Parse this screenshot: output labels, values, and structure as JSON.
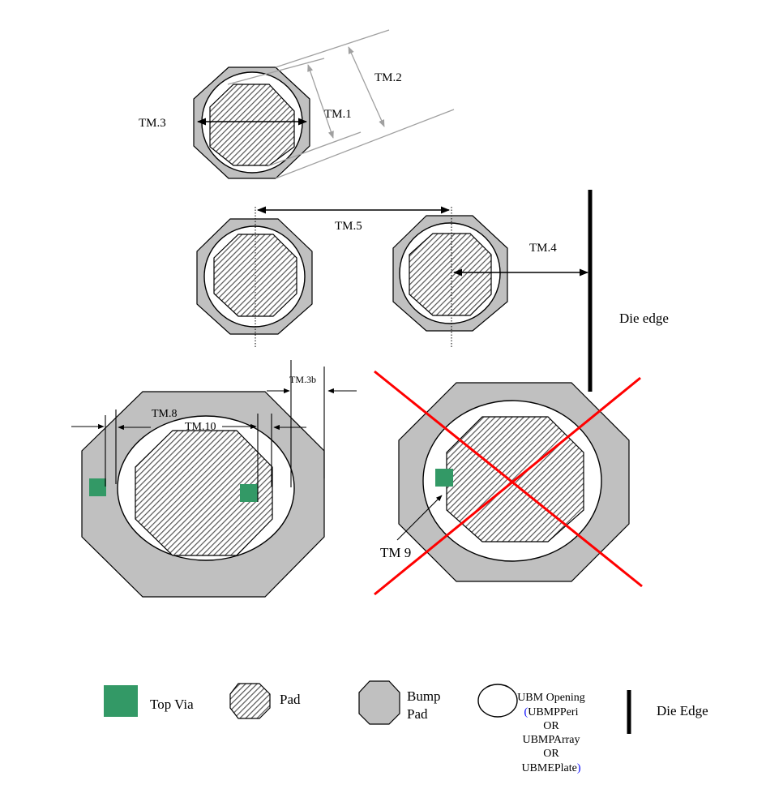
{
  "colors": {
    "top_via": "#339966",
    "bump_pad": "#c0c0c0",
    "reject_cross": "#ff0000",
    "legend_paren": "#0000ff"
  },
  "labels": {
    "tm1": "TM.1",
    "tm2": "TM.2",
    "tm3": "TM.3",
    "tm4": "TM.4",
    "tm5": "TM.5",
    "tm3b": "TM.3b",
    "tm8": "TM.8",
    "tm9": "TM 9",
    "tm10": "TM.10",
    "die_edge": "Die edge"
  },
  "legend": {
    "top_via": "Top Via",
    "pad": "Pad",
    "bump_pad_line1": "Bump",
    "bump_pad_line2": "Pad",
    "ubm_line1": "UBM Opening",
    "ubm_paren_open": "(",
    "ubm_line2": "UBMPPeri",
    "ubm_or1": "OR",
    "ubm_line3": "UBMPArray",
    "ubm_or2": "OR",
    "ubm_line4": "UBMEPlate",
    "ubm_paren_close": ")",
    "die_edge": "Die Edge"
  }
}
